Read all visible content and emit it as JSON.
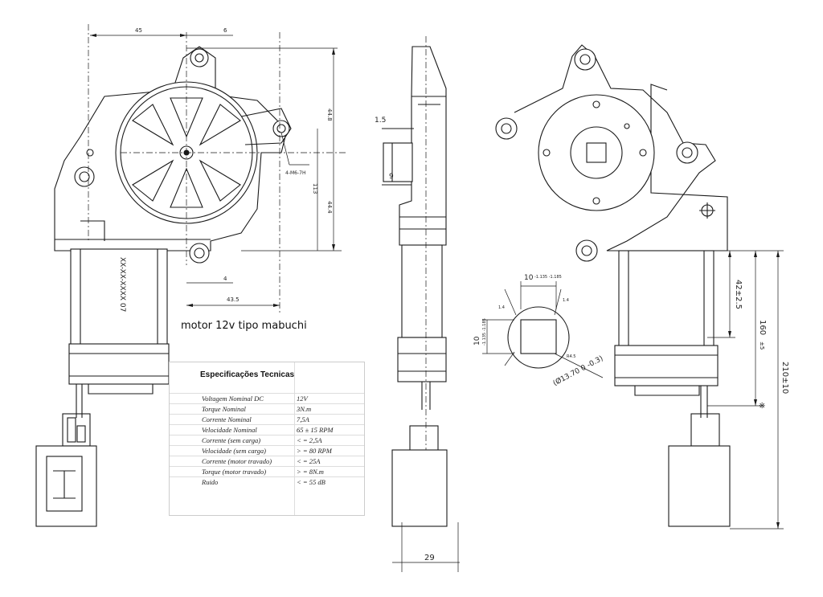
{
  "caption": "motor 12v tipo mabuchi",
  "spec_table": {
    "title": "Especificações Tecnicas",
    "rows": [
      {
        "k": "Voltagem Nominal DC",
        "v": "12V"
      },
      {
        "k": "Torque Nominal",
        "v": "3N.m"
      },
      {
        "k": "Corrente Nominal",
        "v": "7,5A"
      },
      {
        "k": "Velocidade Nominal",
        "v": "65 ± 15 RPM"
      },
      {
        "k": "Corrente (sem carga)",
        "v": "< = 2,5A"
      },
      {
        "k": "Velocidade (sem carga)",
        "v": "> = 80 RPM"
      },
      {
        "k": "Corrente (motor travado)",
        "v": "< = 25A"
      },
      {
        "k": "Torque (motor travado)",
        "v": "> = 8N.m"
      },
      {
        "k": "Ruido",
        "v": "< = 55 dB"
      }
    ]
  },
  "dimensions": {
    "d45": "45",
    "d6": "6",
    "d44_8": "44.8",
    "d44_4": "44.4",
    "d113": "113",
    "hole": "4-M6-7H",
    "d4": "4",
    "d43_5": "43.5",
    "d1_5": "1.5",
    "d9": "9",
    "d29": "29",
    "d42": "42±2.5",
    "d160": "160",
    "d160_tol": "±5",
    "d210": "210±10",
    "mark": "※",
    "sq_top": "10",
    "sq_top_tol": "-1.135 -1.185",
    "sq_left": "10",
    "sq_left_tol": "-1.135 -1.185",
    "sq_r": "R4.5",
    "sq_corner": "1.4",
    "sq_circle": "(Ø13.70 0 -0.3)",
    "motor_label": "XX-XX-XXXX 07"
  }
}
